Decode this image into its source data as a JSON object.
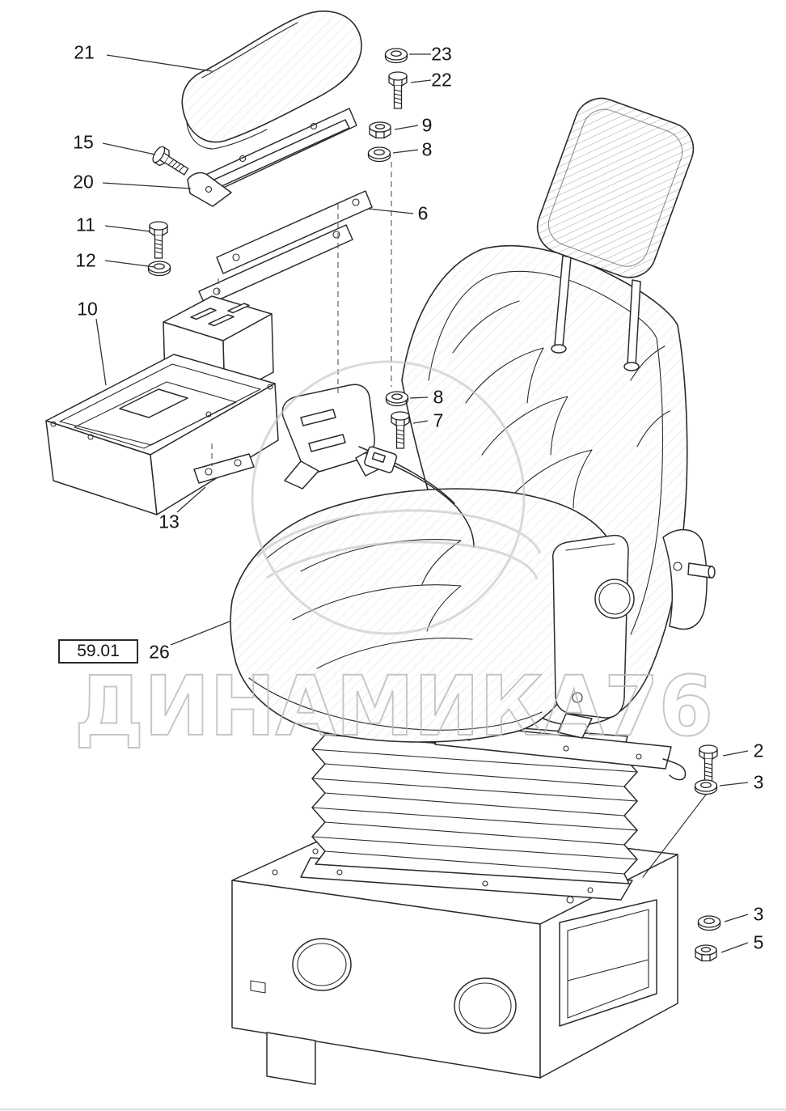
{
  "diagram": {
    "watermark": "ДИНАМИКА76",
    "group_ref": "59.01",
    "callouts": [
      "21",
      "23",
      "22",
      "9",
      "8",
      "15",
      "20",
      "11",
      "6",
      "12",
      "10",
      "8",
      "7",
      "13",
      "26",
      "2",
      "3",
      "3",
      "5"
    ]
  }
}
